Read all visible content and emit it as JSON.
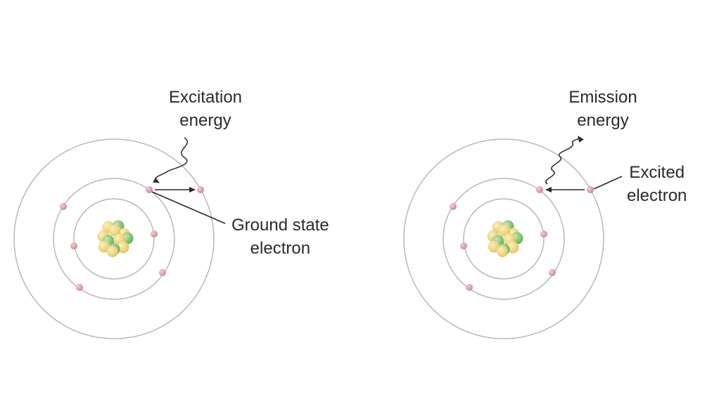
{
  "diagram": {
    "left_atom": {
      "label_top": [
        "Excitation",
        "energy"
      ],
      "label_side": [
        "Ground state",
        "electron"
      ]
    },
    "right_atom": {
      "label_top": [
        "Emission",
        "energy"
      ],
      "label_side": [
        "Excited",
        "electron"
      ]
    },
    "colors": {
      "orbit": "#b9b9b9",
      "electron": "#d99aa0",
      "nucleus_yellow": "#f3dc8c",
      "nucleus_green": "#8fcf7a",
      "arrow": "#2b2b2b"
    }
  }
}
